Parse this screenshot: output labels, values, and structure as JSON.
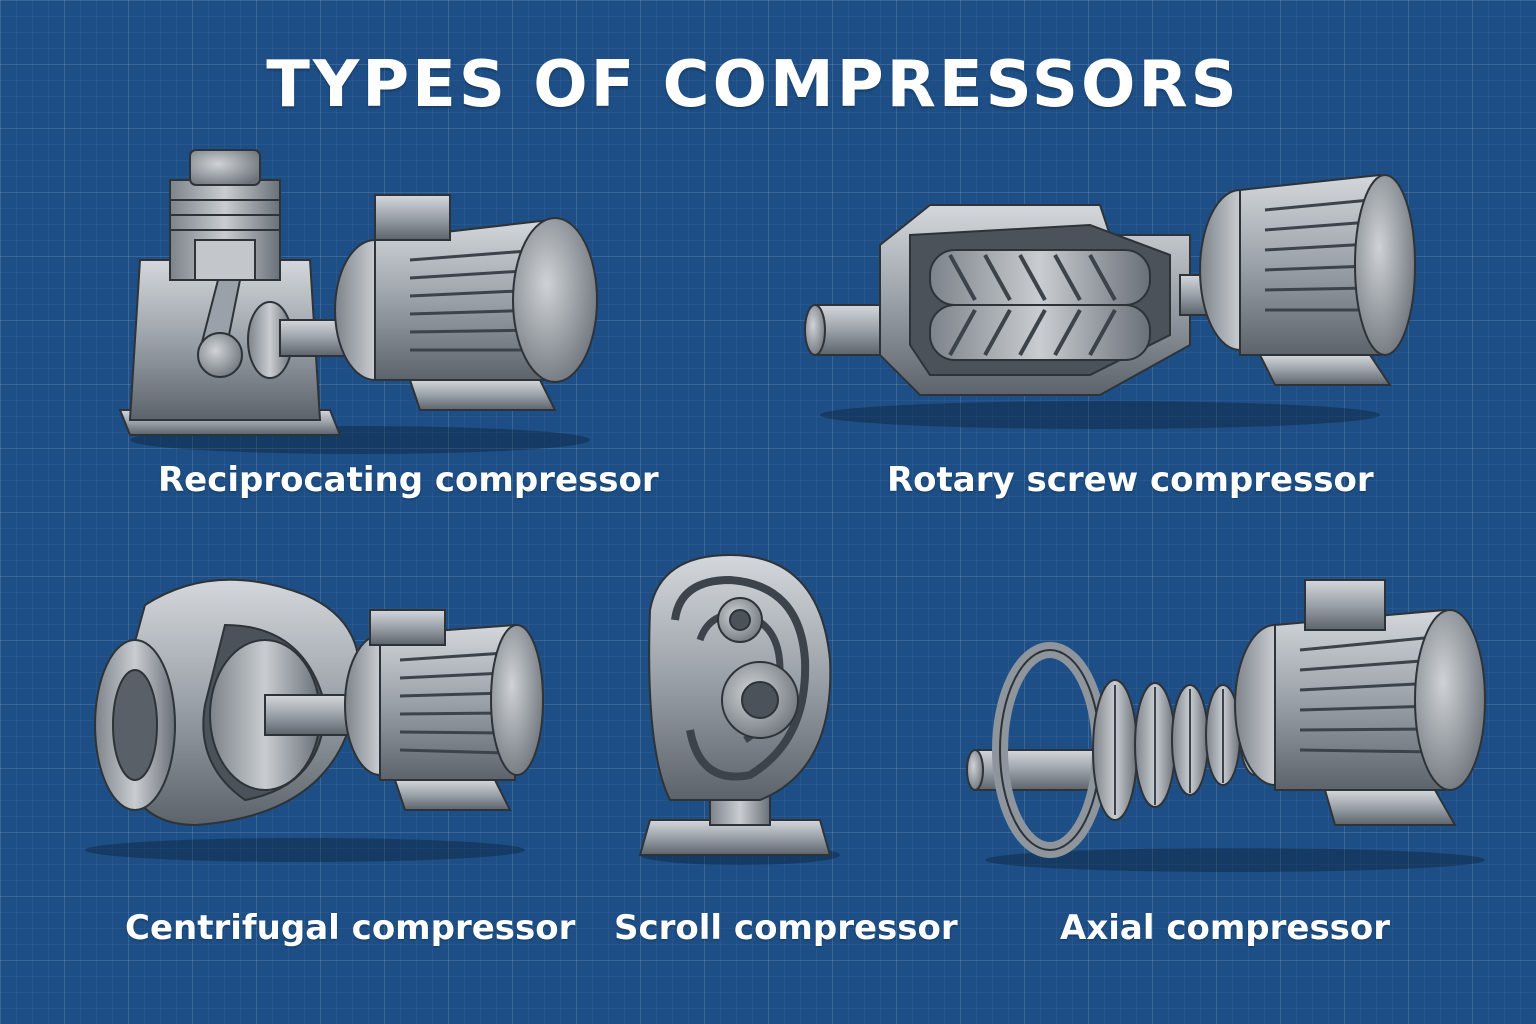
{
  "title": "TYPES OF COMPRESSORS",
  "compressors": [
    {
      "label": "Reciprocating compressor"
    },
    {
      "label": "Rotary screw compressor"
    },
    {
      "label": "Centrifugal compressor"
    },
    {
      "label": "Scroll compressor"
    },
    {
      "label": "Axial compressor"
    }
  ],
  "colors": {
    "background": "#1d4f86",
    "metal_light": "#b9bdc2",
    "metal_mid": "#8f959c",
    "metal_dark": "#5a6068",
    "outline": "#2e3338"
  }
}
